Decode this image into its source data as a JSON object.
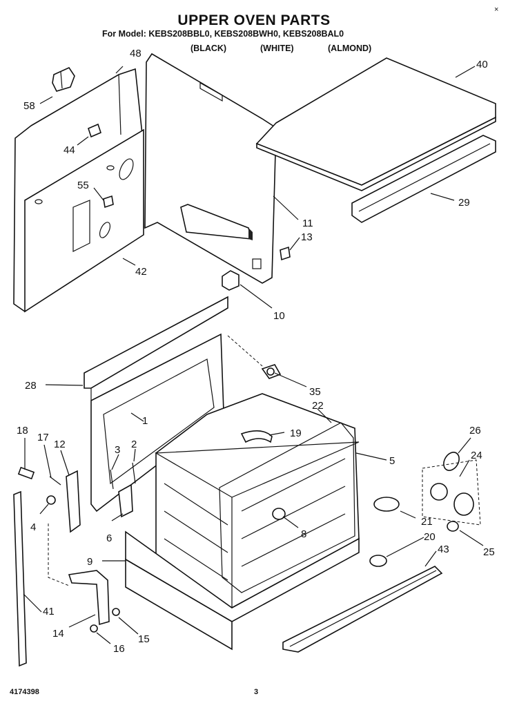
{
  "header": {
    "title": "UPPER OVEN PARTS",
    "models_line": "For Model: KEBS208BBL0, KEBS208BWH0, KEBS208BAL0",
    "color_black": "(BLACK)",
    "color_white": "(WHITE)",
    "color_almond": "(ALMOND)",
    "corner_mark": "×"
  },
  "footer": {
    "document_number": "4174398",
    "page_number": "3"
  },
  "callouts": {
    "p1": "1",
    "p2": "2",
    "p3": "3",
    "p4": "4",
    "p5": "5",
    "p6": "6",
    "p8": "8",
    "p9": "9",
    "p10": "10",
    "p11": "11",
    "p12": "12",
    "p13": "13",
    "p14": "14",
    "p15": "15",
    "p16": "16",
    "p17": "17",
    "p18": "18",
    "p19": "19",
    "p20": "20",
    "p21": "21",
    "p22": "22",
    "p24": "24",
    "p25": "25",
    "p26": "26",
    "p28": "28",
    "p29": "29",
    "p35": "35",
    "p40": "40",
    "p41": "41",
    "p42": "42",
    "p43": "43",
    "p44": "44",
    "p48": "48",
    "p55": "55",
    "p58": "58"
  }
}
